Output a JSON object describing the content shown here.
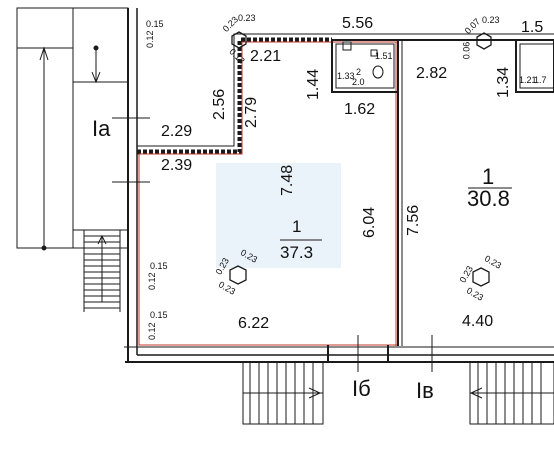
{
  "title": "",
  "colors": {
    "line": "#1a1a1a",
    "accent_red": "#c0392b",
    "watermark": "#9ec3e6"
  },
  "rooms": [
    {
      "id": "room-1-left",
      "number": "1",
      "area": "37.3"
    },
    {
      "id": "room-1-right",
      "number": "1",
      "area": "30.8"
    },
    {
      "id": "room-2",
      "number": "2",
      "area": "2.0"
    }
  ],
  "dimensions": {
    "top_556": "5.56",
    "d221": "2.21",
    "d144": "1.44",
    "d162": "1.62",
    "d282": "2.82",
    "d134": "1.34",
    "d15": "1.5",
    "d256": "2.56",
    "d279": "2.79",
    "d229": "2.29",
    "d239": "2.39",
    "d748": "7.48",
    "d604": "6.04",
    "d756": "7.56",
    "d622": "6.22",
    "d440": "4.40",
    "d133": "1.33",
    "d151": "1.51",
    "d121": "1.21",
    "d17": "1.7"
  },
  "small_labels": {
    "s015": "0.15",
    "s012": "0.12",
    "s023": "0.23",
    "s013": "0.13",
    "s007": "0.07",
    "s006": "0.06"
  },
  "markers": {
    "ia": "Ia",
    "ib": "Iб",
    "iv": "Iв"
  }
}
